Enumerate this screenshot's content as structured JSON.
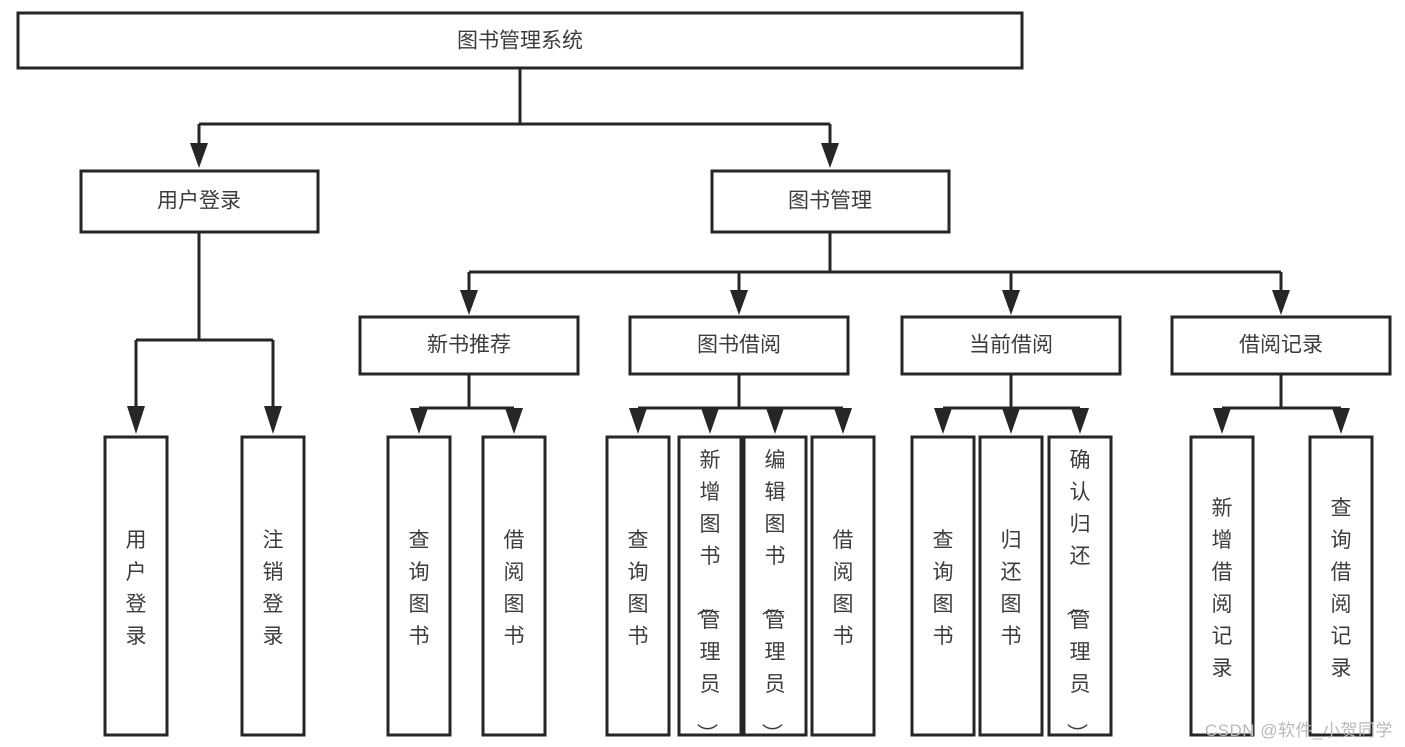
{
  "diagram": {
    "type": "tree",
    "title": "图书管理系统",
    "watermark": "CSDN @软件_小贺同学",
    "colors": {
      "stroke": "#262626",
      "node_fill": "#ffffff",
      "text": "#3d3d3d",
      "background": "#ffffff",
      "watermark": "#b9b9b9"
    },
    "root": {
      "id": "root",
      "label": "图书管理系统"
    },
    "level1": [
      {
        "id": "user-login",
        "label": "用户登录"
      },
      {
        "id": "book-manage",
        "label": "图书管理"
      }
    ],
    "level2": [
      {
        "id": "new-book-recommend",
        "label": "新书推荐",
        "parent": "book-manage"
      },
      {
        "id": "book-borrow",
        "label": "图书借阅",
        "parent": "book-manage"
      },
      {
        "id": "current-borrow",
        "label": "当前借阅",
        "parent": "book-manage"
      },
      {
        "id": "borrow-record",
        "label": "借阅记录",
        "parent": "book-manage"
      }
    ],
    "leaves": [
      {
        "id": "leaf-user-login",
        "label": "用户登录",
        "parent": "user-login"
      },
      {
        "id": "leaf-user-logout",
        "label": "注销登录",
        "parent": "user-login"
      },
      {
        "id": "leaf-query-book-1",
        "label": "查询图书",
        "parent": "new-book-recommend"
      },
      {
        "id": "leaf-borrow-book-1",
        "label": "借阅图书",
        "parent": "new-book-recommend"
      },
      {
        "id": "leaf-query-book-2",
        "label": "查询图书",
        "parent": "book-borrow"
      },
      {
        "id": "leaf-add-book",
        "label": "新增图书（管理员）",
        "parent": "book-borrow"
      },
      {
        "id": "leaf-edit-book",
        "label": "编辑图书（管理员）",
        "parent": "book-borrow"
      },
      {
        "id": "leaf-borrow-book-2",
        "label": "借阅图书",
        "parent": "book-borrow"
      },
      {
        "id": "leaf-query-book-3",
        "label": "查询图书",
        "parent": "current-borrow"
      },
      {
        "id": "leaf-return-book",
        "label": "归还图书",
        "parent": "current-borrow"
      },
      {
        "id": "leaf-confirm-return",
        "label": "确认归还（管理员）",
        "parent": "current-borrow"
      },
      {
        "id": "leaf-add-record",
        "label": "新增借阅记录",
        "parent": "borrow-record"
      },
      {
        "id": "leaf-query-record",
        "label": "查询借阅记录",
        "parent": "borrow-record"
      }
    ]
  }
}
